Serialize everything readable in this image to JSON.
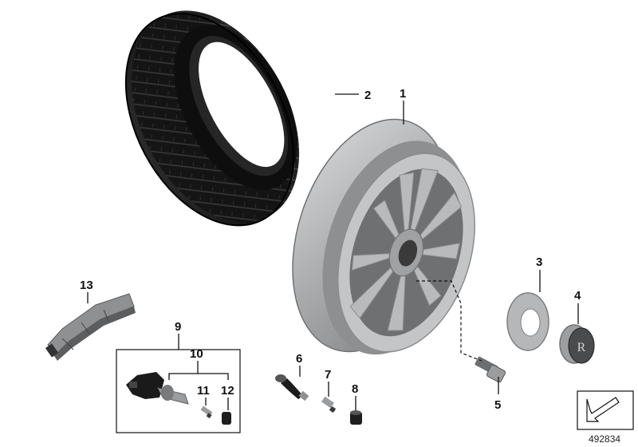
{
  "diagram": {
    "reference_number": "492834",
    "callouts": [
      "1",
      "2",
      "3",
      "4",
      "5",
      "6",
      "7",
      "8",
      "9",
      "10",
      "11",
      "12",
      "13"
    ]
  },
  "parts": [
    {
      "callout": "1",
      "name": "light-alloy-rim"
    },
    {
      "callout": "2",
      "name": "tyre"
    },
    {
      "callout": "3",
      "name": "centering-ring"
    },
    {
      "callout": "4",
      "name": "hub-cap-logo"
    },
    {
      "callout": "5",
      "name": "wheel-bolt"
    },
    {
      "callout": "6",
      "name": "valve"
    },
    {
      "callout": "7",
      "name": "valve-insert"
    },
    {
      "callout": "8",
      "name": "valve-cap"
    },
    {
      "callout": "9",
      "name": "tpms-sensor-kit"
    },
    {
      "callout": "10",
      "name": "tpms-sensor-parts"
    },
    {
      "callout": "11",
      "name": "sensor-valve-core"
    },
    {
      "callout": "12",
      "name": "sensor-valve-cap"
    },
    {
      "callout": "13",
      "name": "balance-weights"
    }
  ],
  "colors": {
    "tyre": "#151515",
    "tyre_highlight": "#2e2e2e",
    "rim": "#a9abad",
    "rim_light": "#d3d4d5",
    "rim_dark": "#7c7e80",
    "line": "#111111"
  }
}
